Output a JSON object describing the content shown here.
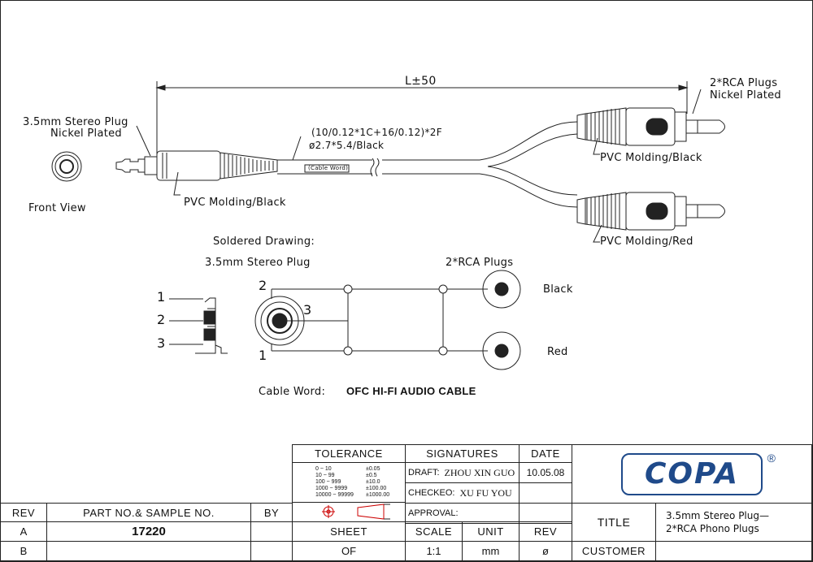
{
  "drawing": {
    "length_label": "L±50",
    "left_plug_label_1": "3.5mm Stereo Plug",
    "left_plug_label_2": "Nickel Plated",
    "front_view": "Front View",
    "left_molding": "PVC Molding/Black",
    "cable_spec_1": "(10/0.12*1C+16/0.12)*2F",
    "cable_spec_2": "ø2.7*5.4/Black",
    "cable_word_on_cable": "(Cable Word)",
    "right_plug_label_1": "2*RCA Plugs",
    "right_plug_label_2": "Nickel Plated",
    "rca_black_molding": "PVC Molding/Black",
    "rca_red_molding": "PVC Molding/Red"
  },
  "soldered": {
    "title": "Soldered Drawing:",
    "stereo_plug": "3.5mm Stereo Plug",
    "rca_plugs": "2*RCA Plugs",
    "pin_1": "1",
    "pin_2": "2",
    "pin_3": "3",
    "black": "Black",
    "red": "Red",
    "cable_word_label": "Cable Word:",
    "cable_word_value": "OFC HI-FI AUDIO CABLE"
  },
  "title_block": {
    "tolerance_header": "TOLERANCE",
    "signatures_header": "SIGNATURES",
    "date_header": "DATE",
    "tolerance_rows": [
      {
        "range": "0 ~ 10",
        "tol": "±0.05"
      },
      {
        "range": "10 ~ 99",
        "tol": "±0.5"
      },
      {
        "range": "100 ~ 999",
        "tol": "±10.0"
      },
      {
        "range": "1000 ~ 9999",
        "tol": "±100.00"
      },
      {
        "range": "10000 ~ 99999",
        "tol": "±1000.00"
      }
    ],
    "draft_label": "DRAFT:",
    "draft_name": "ZHOU XIN GUO",
    "draft_date": "10.05.08",
    "checked_label": "CHECKEO:",
    "checked_name": "XU FU YOU",
    "approval_label": "APPROVAL:",
    "logo_text": "COPA",
    "logo_mark": "®",
    "rev_header": "REV",
    "part_header": "PART NO.& SAMPLE NO.",
    "by_header": "BY",
    "row_a": "A",
    "row_b": "B",
    "part_no": "17220",
    "sheet_header": "SHEET",
    "sheet_value": "OF",
    "scale_header": "SCALE",
    "scale_value": "1:1",
    "unit_header": "UNIT",
    "unit_value": "mm",
    "rev2_header": "REV",
    "rev2_value": "ø",
    "title_label": "TITLE",
    "title_line_1": "3.5mm Stereo Plug—",
    "title_line_2": "2*RCA Phono Plugs",
    "customer_label": "CUSTOMER"
  },
  "colors": {
    "logo_blue": "#1f4a8a"
  }
}
